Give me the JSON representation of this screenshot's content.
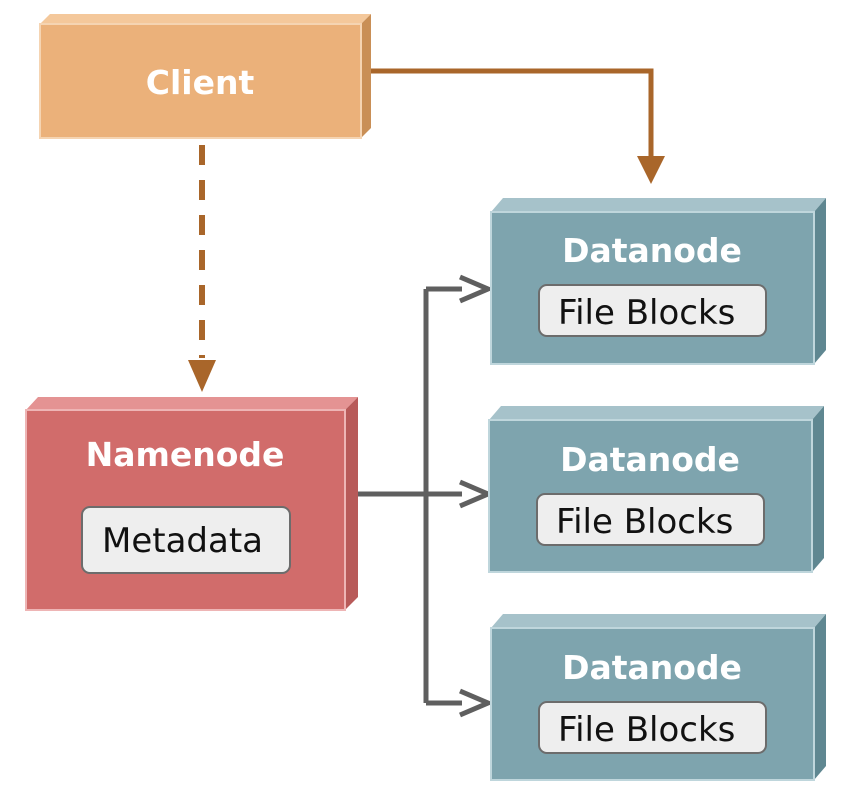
{
  "diagram": {
    "client": {
      "title": "Client",
      "color": "#ebb17a"
    },
    "namenode": {
      "title": "Namenode",
      "chip": "Metadata",
      "color": "#d16c6b"
    },
    "datanodes": [
      {
        "title": "Datanode",
        "chip": "File Blocks"
      },
      {
        "title": "Datanode",
        "chip": "File Blocks"
      },
      {
        "title": "Datanode",
        "chip": "File Blocks"
      }
    ],
    "colors": {
      "datanode": "#7ea4ae",
      "client_arrow": "#a9662a",
      "data_arrow": "#5f5f5f",
      "chip_fill": "#eeeeee"
    }
  }
}
